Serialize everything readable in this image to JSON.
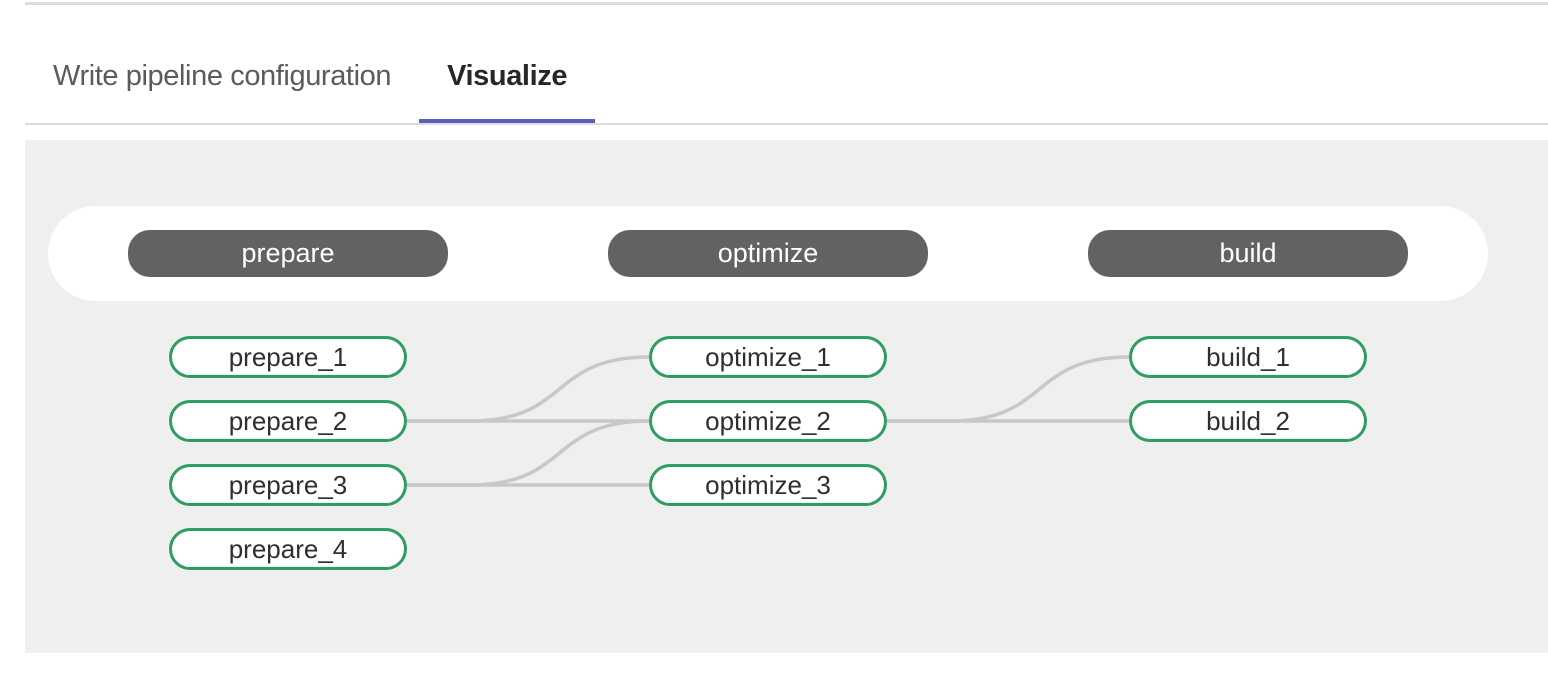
{
  "tabs": [
    {
      "label": "Write pipeline configuration",
      "active": false
    },
    {
      "label": "Visualize",
      "active": true
    }
  ],
  "colors": {
    "indigo_active_tab": "#5c5cbe",
    "tab_inactive_text": "#5a5a5f",
    "tab_active_text": "#27262b",
    "rule_gray": "#dcdcde",
    "canvas_bg": "#efefef",
    "stage_pill_bg": "#626264",
    "job_border_green": "#2e9e5f",
    "edge_gray": "#c8c8c8"
  },
  "pipeline": {
    "stages": [
      {
        "name": "prepare",
        "jobs": [
          "prepare_1",
          "prepare_2",
          "prepare_3",
          "prepare_4"
        ]
      },
      {
        "name": "optimize",
        "jobs": [
          "optimize_1",
          "optimize_2",
          "optimize_3"
        ]
      },
      {
        "name": "build",
        "jobs": [
          "build_1",
          "build_2"
        ]
      }
    ],
    "links": [
      {
        "from": "prepare_2",
        "to": "optimize_1"
      },
      {
        "from": "prepare_2",
        "to": "optimize_2"
      },
      {
        "from": "prepare_3",
        "to": "optimize_2"
      },
      {
        "from": "prepare_3",
        "to": "optimize_3"
      },
      {
        "from": "optimize_2",
        "to": "build_1"
      },
      {
        "from": "optimize_2",
        "to": "build_2"
      }
    ]
  }
}
